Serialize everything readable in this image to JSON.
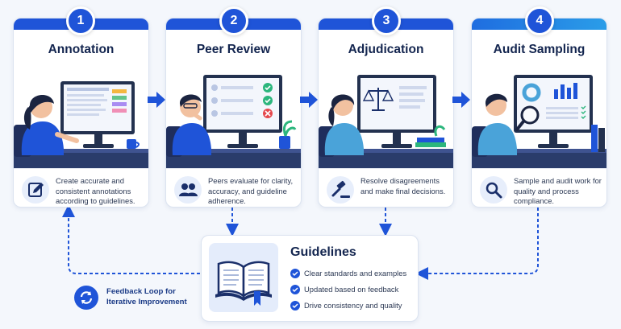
{
  "steps": [
    {
      "number": "1",
      "title": "Annotation",
      "description": "Create accurate and consistent annotations according to guidelines.",
      "icon": "pencil-edit-icon"
    },
    {
      "number": "2",
      "title": "Peer Review",
      "description": "Peers evaluate for clarity, accuracy, and guideline adherence.",
      "icon": "people-icon"
    },
    {
      "number": "3",
      "title": "Adjudication",
      "description": "Resolve disagreements and make final decisions.",
      "icon": "gavel-icon"
    },
    {
      "number": "4",
      "title": "Audit Sampling",
      "description": "Sample and audit work for quality and process compliance.",
      "icon": "magnifier-icon"
    }
  ],
  "guidelines": {
    "title": "Guidelines",
    "items": [
      "Clear standards and examples",
      "Updated based on feedback",
      "Drive consistency and quality"
    ],
    "icon": "open-book-icon"
  },
  "feedback": {
    "line1": "Feedback Loop for",
    "line2": "Iterative Improvement",
    "icon": "refresh-cycle-icon"
  },
  "colors": {
    "primary": "#1f54d8",
    "dark_text": "#13254f",
    "body_text": "#2d3a55",
    "card_border": "#dbe3f0",
    "background": "#f4f7fc"
  }
}
